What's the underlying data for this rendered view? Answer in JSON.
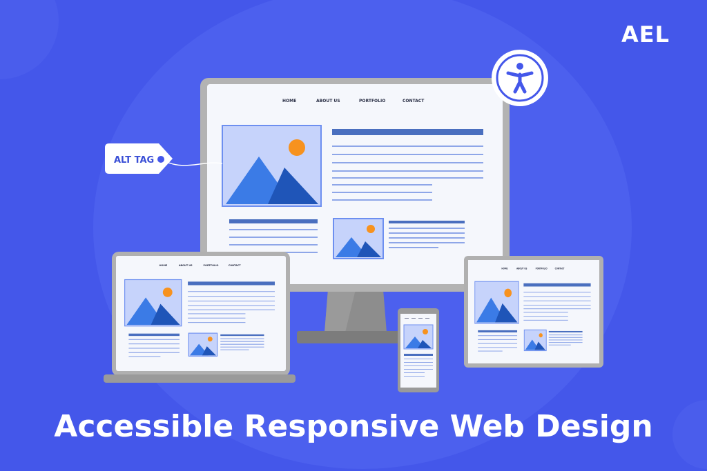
{
  "logo": {
    "text": "AEL"
  },
  "nav": [
    "HOME",
    "ABOUT US",
    "PORTFOLIO",
    "CONTACT"
  ],
  "alt_tag": {
    "label": "ALT TAG"
  },
  "accessibility_badge": {
    "icon": "accessibility-icon"
  },
  "title": "Accessible Responsive Web Design",
  "colors": {
    "background": "#4457ea",
    "device_frame": "#b3b3b3",
    "screen": "#f5f7fc",
    "image_bg": "#c6d3fb",
    "mountain_light": "#3b7be6",
    "mountain_dark": "#1f55b8",
    "sun": "#f7921e",
    "heading_bar": "#4a6fbf",
    "text_line": "#8ea6e8"
  }
}
